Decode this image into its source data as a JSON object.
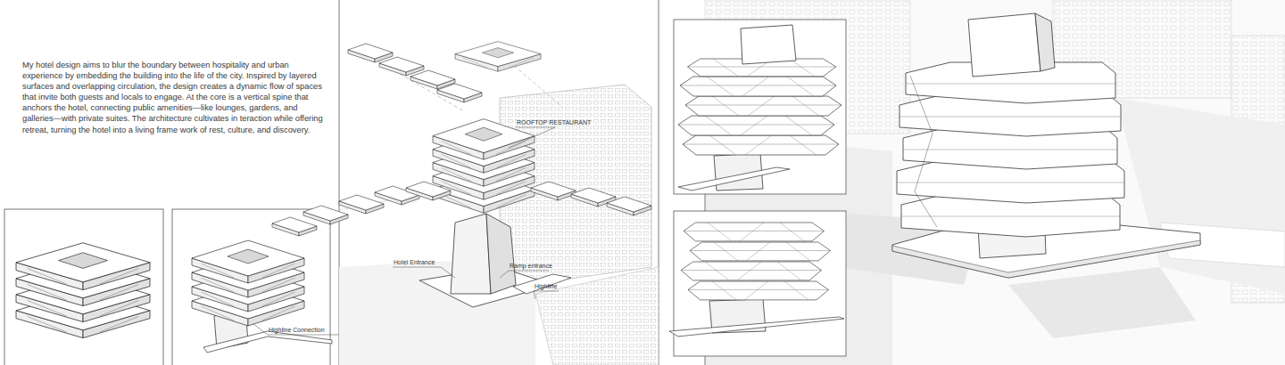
{
  "diagram": {
    "labels": [
      "My hotel design aims to blur the boundary between hospitality and urban experience by embedding the building into the life of the city. Inspired by layered surfaces and overlapping circulation, the design creates a dynamic flow of spaces that invite both guests and locals to engage. At the core is a vertical spine that anchors the hotel, connecting public amenities—like lounges, gardens, and galleries—with private suites. The architecture cultivates in teraction while offering retreat, turning the hotel into a living frame work of rest, culture, and discovery.",
      "ROOFTOP RESTAURANT",
      "Hotel Entrance",
      "Ramp entrance",
      "Highline",
      "Highline Connection"
    ]
  }
}
